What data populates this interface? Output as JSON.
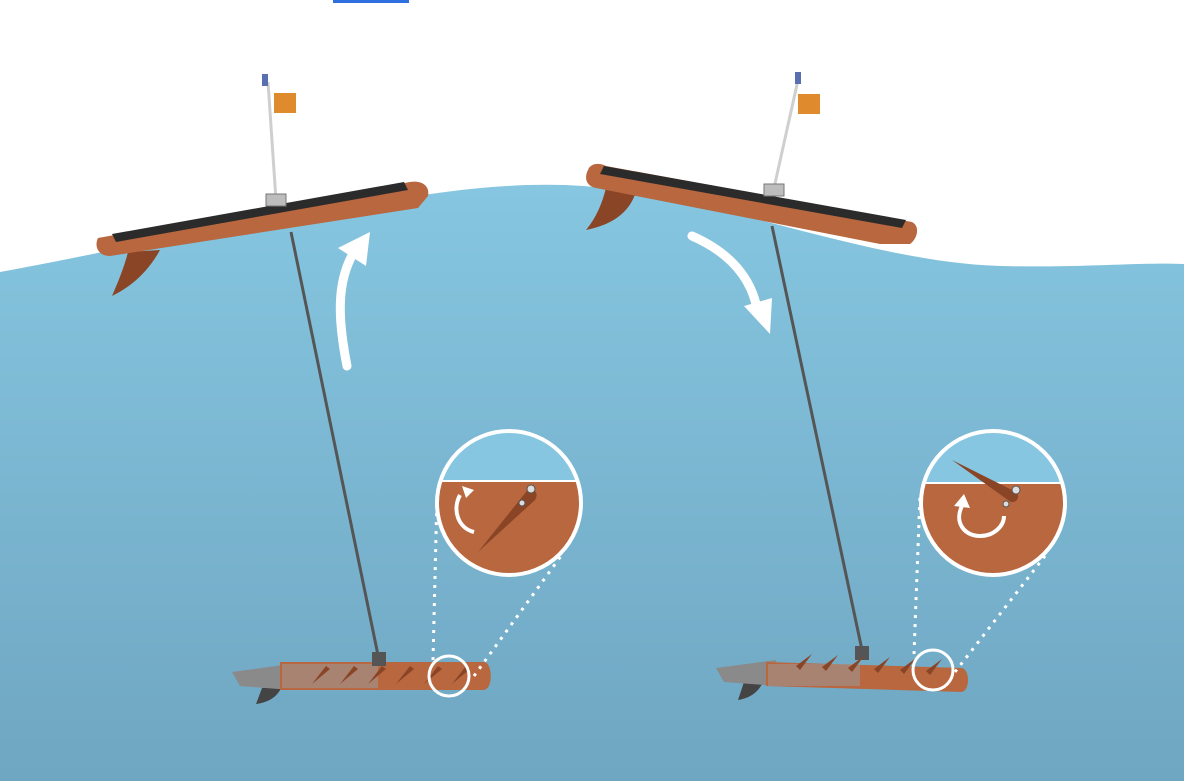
{
  "colors": {
    "sky": "#ffffff",
    "water_top": "#86c6e0",
    "water_bottom": "#6fa6c2",
    "hull": "#b8673f",
    "hull_dark": "#8a4526",
    "solar_panel": "#2b2b2b",
    "tether": "#555555",
    "flag": "#e08a2e",
    "arrow": "#ffffff",
    "zoom_circle": "#ffffff",
    "top_link_accent": "#2f6fe0"
  },
  "icons": {
    "rise_arrow": "curved-up-arrow-icon",
    "sink_arrow": "curved-down-arrow-icon",
    "rotate_ccw": "rotate-counterclockwise-icon",
    "rotate_cw": "rotate-clockwise-icon",
    "flag": "flag-icon"
  },
  "panels": [
    {
      "id": "rising",
      "float_motion": "up",
      "fin_rotation": "counterclockwise"
    },
    {
      "id": "sinking",
      "float_motion": "down",
      "fin_rotation": "clockwise"
    }
  ]
}
